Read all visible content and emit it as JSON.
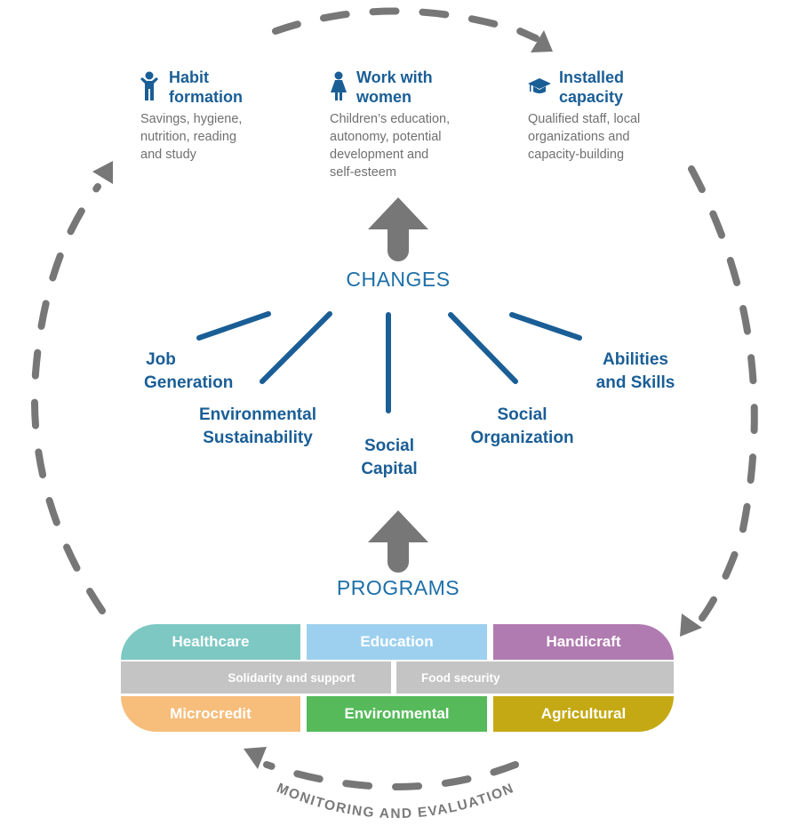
{
  "outcomes": [
    {
      "icon": "child-icon",
      "title_line1": "Habit",
      "title_line2": "formation",
      "desc": [
        "Savings, hygiene,",
        "nutrition, reading",
        "and study"
      ]
    },
    {
      "icon": "woman-icon",
      "title_line1": "Work with",
      "title_line2": "women",
      "desc": [
        "Children’s education,",
        "autonomy, potential",
        "development and",
        "self-esteem"
      ]
    },
    {
      "icon": "graduation-cap-icon",
      "title_line1": "Installed",
      "title_line2": "capacity",
      "desc": [
        "Qualified staff, local",
        "organizations and",
        "capacity-building"
      ]
    }
  ],
  "changes_label": "CHANGES",
  "programs_label": "PROGRAMS",
  "changes": [
    {
      "line1": "Job",
      "line2": "Generation"
    },
    {
      "line1": "Environmental",
      "line2": "Sustainability"
    },
    {
      "line1": "Social",
      "line2": "Capital"
    },
    {
      "line1": "Social",
      "line2": "Organization"
    },
    {
      "line1": "Abilities",
      "line2": "and Skills"
    }
  ],
  "programs": {
    "top": [
      {
        "label": "Healthcare",
        "color": "#7dc8c3"
      },
      {
        "label": "Education",
        "color": "#9dd0ef"
      },
      {
        "label": "Handicraft",
        "color": "#b07bb0"
      }
    ],
    "middle": [
      {
        "label": "Solidarity and support",
        "color": "#c4c4c4"
      },
      {
        "label": "Food security",
        "color": "#c4c4c4"
      }
    ],
    "bottom": [
      {
        "label": "Microcredit",
        "color": "#f6bd7b"
      },
      {
        "label": "Environmental",
        "color": "#56ba5a"
      },
      {
        "label": "Agricultural",
        "color": "#c4a914"
      }
    ]
  },
  "cycle_label": "MONITORING AND EVALUATION",
  "colors": {
    "accent_blue": "#1a5e96",
    "arrow_gray": "#777777",
    "text_gray": "#707070"
  }
}
